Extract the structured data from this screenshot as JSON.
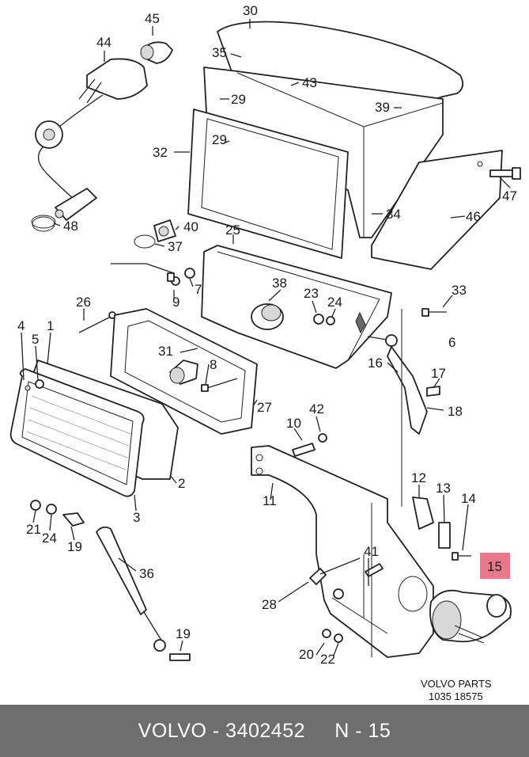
{
  "diagram": {
    "highlight_color": "#e8798a",
    "highlighted_callout": "15",
    "callouts": [
      "1",
      "2",
      "3",
      "4",
      "5",
      "6",
      "7",
      "8",
      "9",
      "10",
      "11",
      "12",
      "13",
      "14",
      "15",
      "16",
      "17",
      "18",
      "19",
      "20",
      "21",
      "22",
      "23",
      "24",
      "24",
      "25",
      "26",
      "27",
      "28",
      "29",
      "29",
      "30",
      "31",
      "32",
      "33",
      "34",
      "35",
      "36",
      "37",
      "38",
      "39",
      "40",
      "41",
      "42",
      "43",
      "44",
      "45",
      "46",
      "47",
      "48"
    ],
    "stamp_line1": "VOLVO  PARTS",
    "stamp_line2": "1035   18575"
  },
  "footer": {
    "brand": "VOLVO",
    "part_number": "3402452",
    "ref": "N - 15"
  }
}
